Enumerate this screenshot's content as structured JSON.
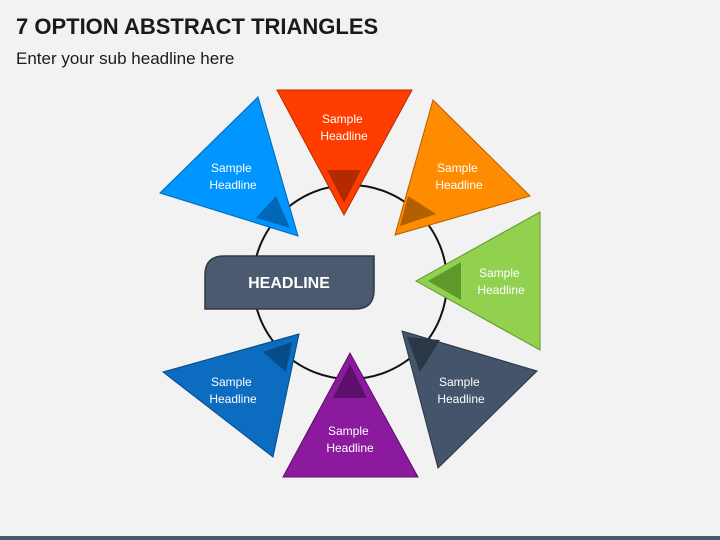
{
  "title": "7 OPTION ABSTRACT TRIANGLES",
  "subtitle": "Enter your sub headline here",
  "center": {
    "label": "HEADLINE",
    "color": "#4b5a6e"
  },
  "items": [
    {
      "line1": "Sample",
      "line2": "Headline",
      "color": "#ff3d00",
      "dark": "#b32a00"
    },
    {
      "line1": "Sample",
      "line2": "Headline",
      "color": "#ff8c00",
      "dark": "#b25f00"
    },
    {
      "line1": "Sample",
      "line2": "Headline",
      "color": "#92d050",
      "dark": "#5e9a2a"
    },
    {
      "line1": "Sample",
      "line2": "Headline",
      "color": "#44546a",
      "dark": "#2b3646"
    },
    {
      "line1": "Sample",
      "line2": "Headline",
      "color": "#8b1a9e",
      "dark": "#5e0f6c"
    },
    {
      "line1": "Sample",
      "line2": "Headline",
      "color": "#0b6cc0",
      "dark": "#074c88"
    },
    {
      "line1": "Sample",
      "line2": "Headline",
      "color": "#0095ff",
      "dark": "#0068b5"
    }
  ]
}
